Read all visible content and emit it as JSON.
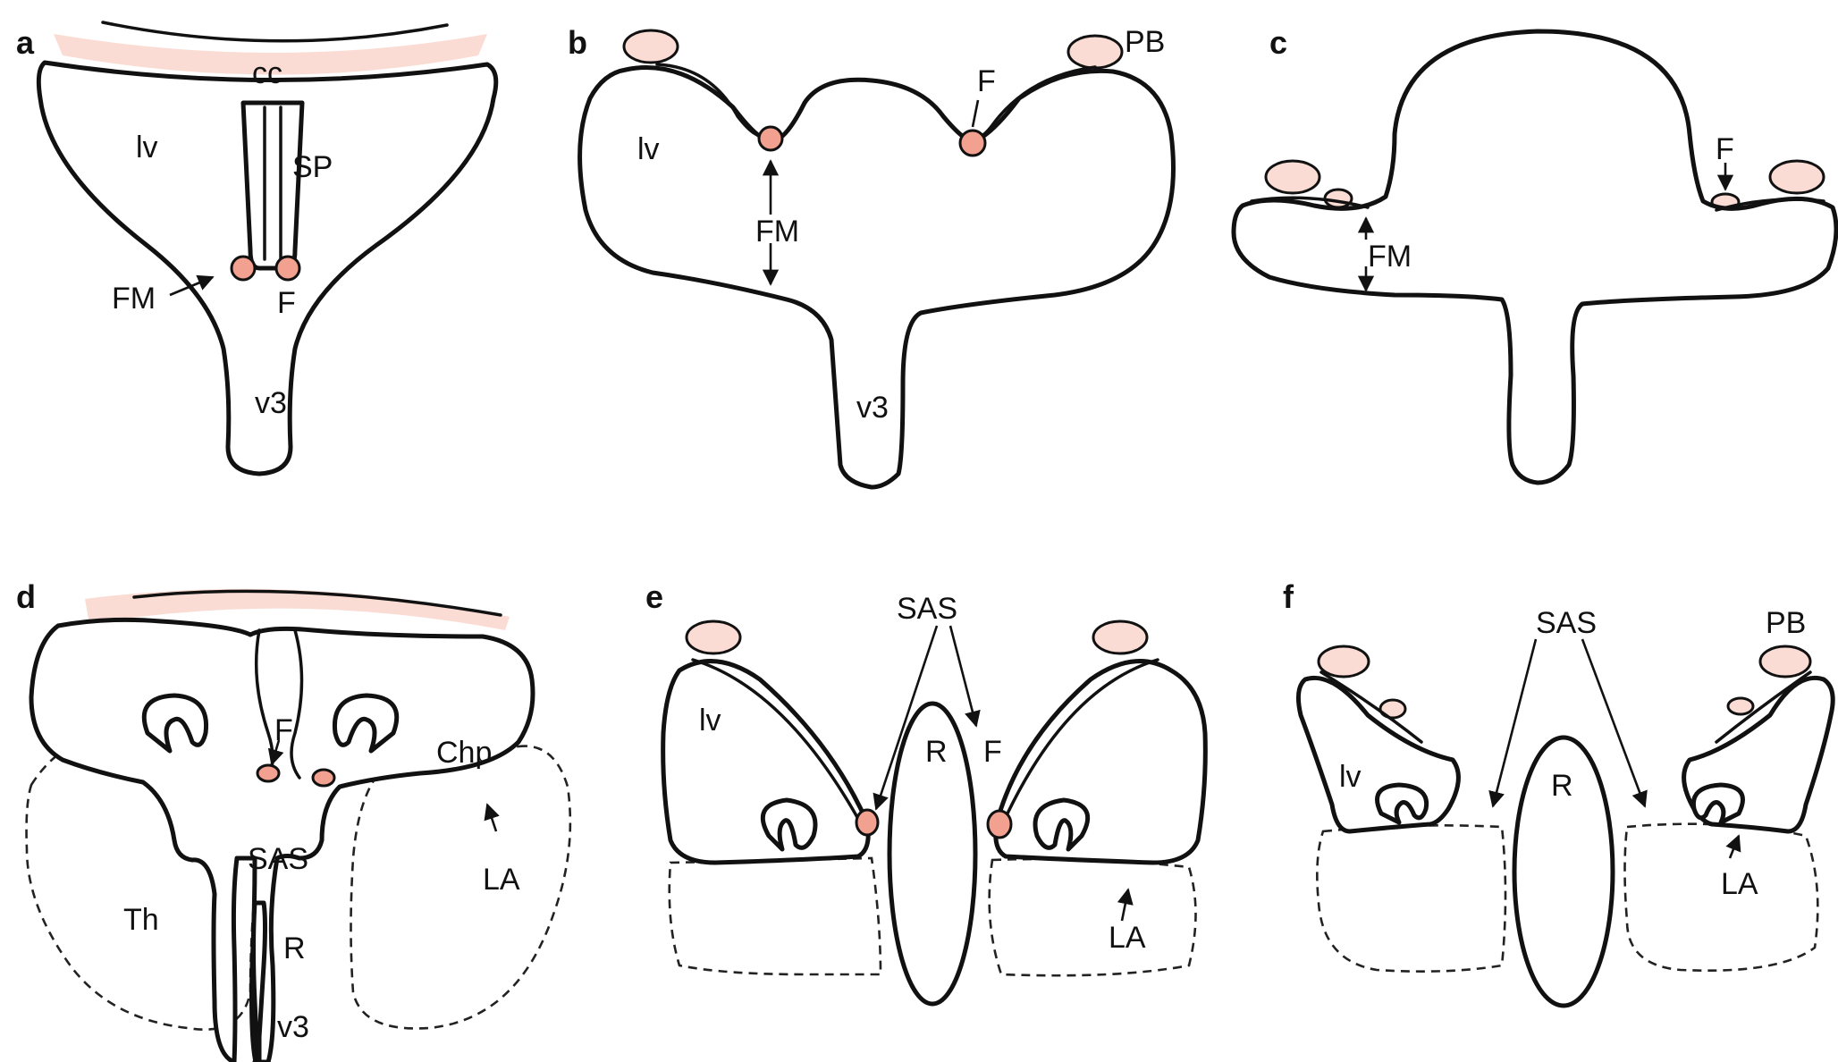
{
  "panels": {
    "a": {
      "letter": "a",
      "cc": "cc",
      "lv": "lv",
      "sp": "SP",
      "fm": "FM",
      "f": "F",
      "v3": "v3"
    },
    "b": {
      "letter": "b",
      "pb": "PB",
      "f": "F",
      "lv": "lv",
      "fm": "FM",
      "v3": "v3"
    },
    "c": {
      "letter": "c",
      "f": "F",
      "fm": "FM"
    },
    "d": {
      "letter": "d",
      "f": "F",
      "chp": "Chp",
      "sas": "SAS",
      "la": "LA",
      "th": "Th",
      "r": "R",
      "v3": "v3"
    },
    "e": {
      "letter": "e",
      "sas": "SAS",
      "lv": "lv",
      "r": "R",
      "f": "F",
      "la": "LA"
    },
    "f": {
      "letter": "f",
      "sas": "SAS",
      "pb": "PB",
      "lv": "lv",
      "r": "R",
      "la": "LA"
    }
  },
  "colors": {
    "tissue_fill": "#fadcd4",
    "nucleus_fill": "#f2a090",
    "ink": "#111111"
  }
}
